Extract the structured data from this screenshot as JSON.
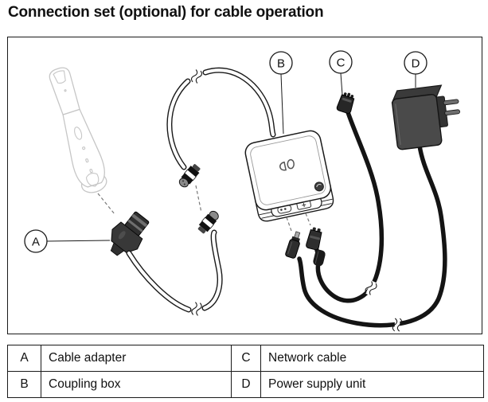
{
  "title": "Connection set (optional) for cable operation",
  "figure": {
    "callouts": {
      "a": "A",
      "b": "B",
      "c": "C",
      "d": "D"
    }
  },
  "legend": {
    "rows": [
      {
        "key": "A",
        "label": "Cable adapter"
      },
      {
        "key": "B",
        "label": "Coupling box"
      },
      {
        "key": "C",
        "label": "Network cable"
      },
      {
        "key": "D",
        "label": "Power supply unit"
      }
    ]
  },
  "colors": {
    "ink": "#1a1a1a",
    "ghost_gray": "#c6c6c6",
    "component_dark": "#2e2e2e",
    "background": "#ffffff"
  }
}
